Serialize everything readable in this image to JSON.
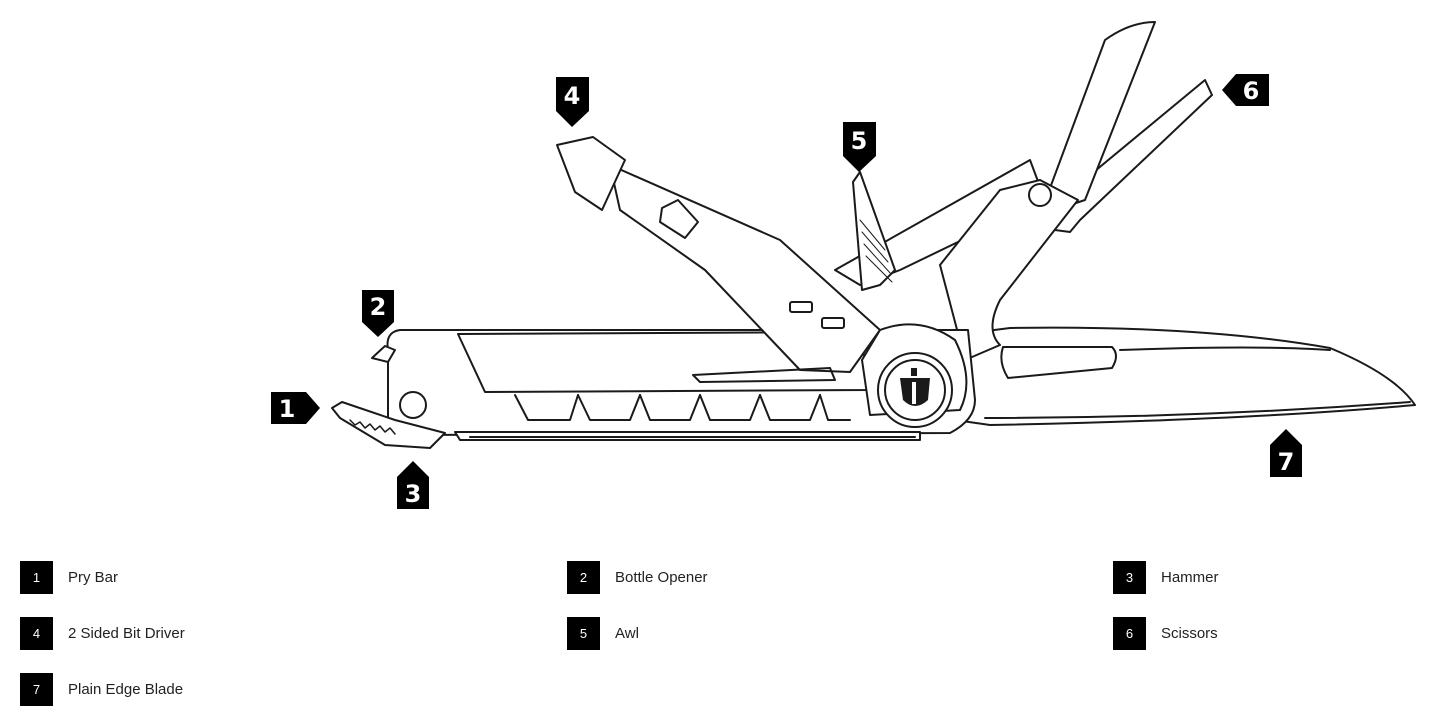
{
  "callouts": [
    {
      "num": "1",
      "label": "Pry Bar"
    },
    {
      "num": "2",
      "label": "Bottle Opener"
    },
    {
      "num": "3",
      "label": "Hammer"
    },
    {
      "num": "4",
      "label": "2 Sided Bit Driver"
    },
    {
      "num": "5",
      "label": "Awl"
    },
    {
      "num": "6",
      "label": "Scissors"
    },
    {
      "num": "7",
      "label": "Plain Edge Blade"
    }
  ],
  "colors": {
    "outline": "#1a1a1a",
    "tag": "#000000",
    "tag_text": "#ffffff",
    "background": "#ffffff"
  },
  "icons": {
    "logo": "gerber-logo-icon"
  }
}
